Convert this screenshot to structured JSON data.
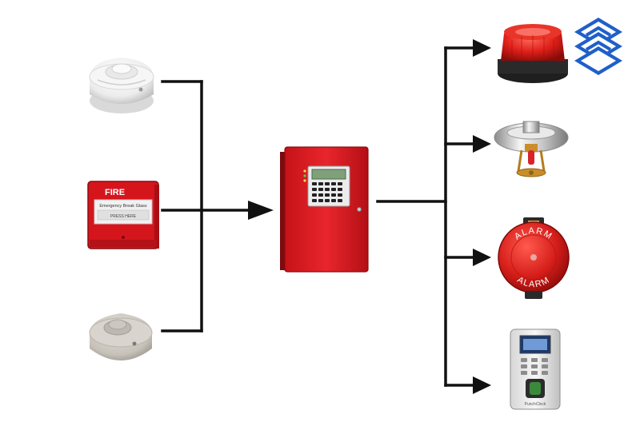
{
  "diagram": {
    "inputs": [
      {
        "icon": "smoke-detector-icon"
      },
      {
        "icon": "manual-call-point-icon",
        "label": "FIRE",
        "sublabel": "Emergency Break Glass",
        "sublabel2": "PRESS HERE"
      },
      {
        "icon": "heat-detector-icon"
      }
    ],
    "panel": {
      "icon": "fire-alarm-control-panel-icon"
    },
    "outputs": [
      {
        "icon": "strobe-beacon-icon"
      },
      {
        "icon": "sprinkler-head-icon"
      },
      {
        "icon": "alarm-bell-icon",
        "label_top": "ALARM",
        "label_bottom": "ALARM"
      },
      {
        "icon": "access-control-terminal-icon",
        "brand": "PunchClock"
      }
    ],
    "logo": {
      "icon": "brand-logo-icon"
    },
    "colors": {
      "line": "#111111",
      "device_red": "#d4141b",
      "logo_blue": "#1f5fc9",
      "detector_white": "#f2f2f2",
      "detector_grey": "#c9c6bf"
    }
  }
}
